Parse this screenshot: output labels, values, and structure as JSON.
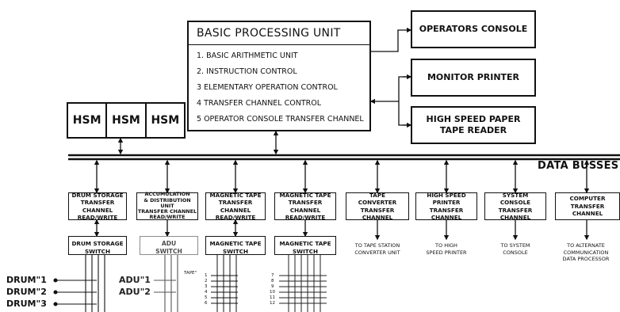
{
  "bpu": {
    "title": "BASIC PROCESSING UNIT",
    "items": [
      "1. BASIC ARITHMETIC UNIT",
      "2. INSTRUCTION CONTROL",
      "3 ELEMENTARY OPERATION CONTROL",
      "4 TRANSFER CHANNEL CONTROL",
      "5 OPERATOR CONSOLE TRANSFER CHANNEL"
    ]
  },
  "peripherals": {
    "operators_console": "OPERATORS CONSOLE",
    "monitor_printer": "MONITOR PRINTER",
    "paper_tape_reader": [
      "HIGH SPEED PAPER",
      "TAPE READER"
    ]
  },
  "hsm": [
    "HSM",
    "HSM",
    "HSM"
  ],
  "bus_label": "DATA BUSSES",
  "channels": [
    [
      "DRUM STORAGE",
      "TRANSFER",
      "CHANNEL",
      "READ/WRITE"
    ],
    [
      "ACCUMULATION",
      "& DISTRIBUTION",
      "UNIT",
      "TRANSFER CHANNEL",
      "READ/WRITE"
    ],
    [
      "MAGNETIC TAPE",
      "TRANSFER",
      "CHANNEL",
      "READ/WRITE"
    ],
    [
      "MAGNETIC TAPE",
      "TRANSFER",
      "CHANNEL",
      "READ/WRITE"
    ],
    [
      "TAPE",
      "CONVERTER",
      "TRANSFER",
      "CHANNEL"
    ],
    [
      "HIGH SPEED",
      "PRINTER",
      "TRANSFER",
      "CHANNEL"
    ],
    [
      "SYSTEM",
      "CONSOLE",
      "TRANSFER",
      "CHANNEL"
    ],
    [
      "COMPUTER",
      "TRANSFER",
      "CHANNEL"
    ]
  ],
  "switches": [
    [
      "DRUM STORAGE",
      "SWITCH"
    ],
    [
      "ADU",
      "SWITCH"
    ],
    [
      "MAGNETIC TAPE",
      "SWITCH"
    ],
    [
      "MAGNETIC TAPE",
      "SWITCH"
    ]
  ],
  "destinations": [
    [
      "TO TAPE STATION",
      "CONVERTER UNIT"
    ],
    [
      "TO HIGH",
      "SPEED PRINTER"
    ],
    [
      "TO SYSTEM",
      "CONSOLE"
    ],
    [
      "TO ALTERNATE",
      "COMMUNICATION",
      "DATA PROCESSOR"
    ]
  ],
  "drums": [
    "DRUM\"1",
    "DRUM\"2",
    "DRUM\"3"
  ],
  "adus": [
    "ADU\"1",
    "ADU\"2"
  ],
  "tape_label": "TAPE\"",
  "tape_numbers_a": [
    "1",
    "2",
    "3",
    "4",
    "5",
    "6"
  ],
  "tape_numbers_b": [
    "7",
    "8",
    "9",
    "10",
    "11",
    "12"
  ]
}
